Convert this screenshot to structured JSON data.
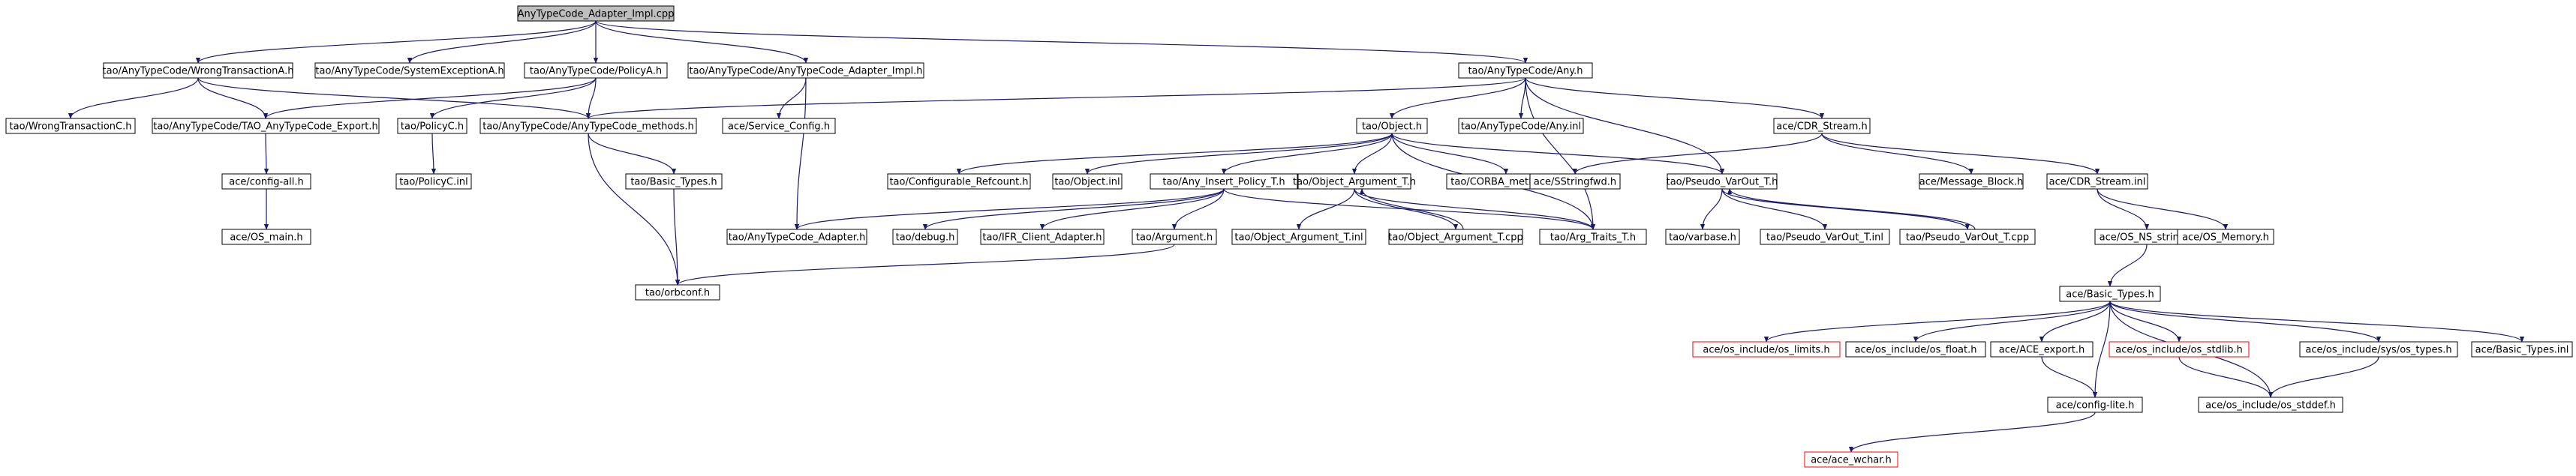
{
  "colors": {
    "edge": "#191970",
    "node_border": "#000000",
    "root_fill": "#bfbfbf",
    "missing_border": "#ff0000",
    "text": "#000000"
  },
  "nodes": [
    {
      "id": "root",
      "label": "AnyTypeCode_Adapter_Impl.cpp",
      "kind": "root"
    },
    {
      "id": "wta",
      "label": "tao/AnyTypeCode/WrongTransactionA.h"
    },
    {
      "id": "sea",
      "label": "tao/AnyTypeCode/SystemExceptionA.h"
    },
    {
      "id": "pola",
      "label": "tao/AnyTypeCode/PolicyA.h"
    },
    {
      "id": "atcai",
      "label": "tao/AnyTypeCode/AnyTypeCode_Adapter_Impl.h"
    },
    {
      "id": "any",
      "label": "tao/AnyTypeCode/Any.h"
    },
    {
      "id": "wtc",
      "label": "tao/WrongTransactionC.h"
    },
    {
      "id": "taoatcexp",
      "label": "tao/AnyTypeCode/TAO_AnyTypeCode_Export.h"
    },
    {
      "id": "polc",
      "label": "tao/PolicyC.h"
    },
    {
      "id": "atcm",
      "label": "tao/AnyTypeCode/AnyTypeCode_methods.h"
    },
    {
      "id": "svccfg",
      "label": "ace/Service_Config.h"
    },
    {
      "id": "objh",
      "label": "tao/Object.h"
    },
    {
      "id": "anyinl",
      "label": "tao/AnyTypeCode/Any.inl"
    },
    {
      "id": "cdrh",
      "label": "ace/CDR_Stream.h"
    },
    {
      "id": "cfgall",
      "label": "ace/config-all.h"
    },
    {
      "id": "polinl",
      "label": "tao/PolicyC.inl"
    },
    {
      "id": "basich",
      "label": "tao/Basic_Types.h"
    },
    {
      "id": "cfgref",
      "label": "tao/Configurable_Refcount.h"
    },
    {
      "id": "objinl",
      "label": "tao/Object.inl"
    },
    {
      "id": "aip",
      "label": "tao/Any_Insert_Policy_T.h"
    },
    {
      "id": "oat",
      "label": "tao/Object_Argument_T.h"
    },
    {
      "id": "corbam",
      "label": "tao/CORBA_methods.h"
    },
    {
      "id": "pvo",
      "label": "tao/Pseudo_VarOut_T.h"
    },
    {
      "id": "sstrfwd",
      "label": "ace/SStringfwd.h"
    },
    {
      "id": "msgblk",
      "label": "ace/Message_Block.h"
    },
    {
      "id": "cdrinl",
      "label": "ace/CDR_Stream.inl"
    },
    {
      "id": "osmain",
      "label": "ace/OS_main.h"
    },
    {
      "id": "atcadapter",
      "label": "tao/AnyTypeCode_Adapter.h"
    },
    {
      "id": "debug",
      "label": "tao/debug.h"
    },
    {
      "id": "ifrca",
      "label": "tao/IFR_Client_Adapter.h"
    },
    {
      "id": "argh",
      "label": "tao/Argument.h"
    },
    {
      "id": "oatinl",
      "label": "tao/Object_Argument_T.inl"
    },
    {
      "id": "oatcpp",
      "label": "tao/Object_Argument_T.cpp"
    },
    {
      "id": "argtr",
      "label": "tao/Arg_Traits_T.h"
    },
    {
      "id": "varbase",
      "label": "tao/varbase.h"
    },
    {
      "id": "pvoinl",
      "label": "tao/Pseudo_VarOut_T.inl"
    },
    {
      "id": "pvocpp",
      "label": "tao/Pseudo_VarOut_T.cpp"
    },
    {
      "id": "osns",
      "label": "ace/OS_NS_string.h"
    },
    {
      "id": "osmem",
      "label": "ace/OS_Memory.h"
    },
    {
      "id": "orbconf",
      "label": "tao/orbconf.h"
    },
    {
      "id": "acebt",
      "label": "ace/Basic_Types.h"
    },
    {
      "id": "oslimits",
      "label": "ace/os_include/os_limits.h",
      "kind": "missing"
    },
    {
      "id": "osfloat",
      "label": "ace/os_include/os_float.h"
    },
    {
      "id": "aceexp",
      "label": "ace/ACE_export.h"
    },
    {
      "id": "osstdlib",
      "label": "ace/os_include/os_stdlib.h",
      "kind": "missing"
    },
    {
      "id": "ostypes",
      "label": "ace/os_include/sys/os_types.h"
    },
    {
      "id": "acebtinl",
      "label": "ace/Basic_Types.inl"
    },
    {
      "id": "cfglite",
      "label": "ace/config-lite.h"
    },
    {
      "id": "osstddef",
      "label": "ace/os_include/os_stddef.h"
    },
    {
      "id": "acewchar",
      "label": "ace/ace_wchar.h",
      "kind": "missing"
    }
  ],
  "edges": [
    [
      "root",
      "wta"
    ],
    [
      "root",
      "sea"
    ],
    [
      "root",
      "pola"
    ],
    [
      "root",
      "atcai"
    ],
    [
      "root",
      "any"
    ],
    [
      "wta",
      "wtc"
    ],
    [
      "wta",
      "taoatcexp"
    ],
    [
      "wta",
      "atcm"
    ],
    [
      "pola",
      "taoatcexp"
    ],
    [
      "pola",
      "polc"
    ],
    [
      "pola",
      "atcm"
    ],
    [
      "atcai",
      "svccfg"
    ],
    [
      "atcai",
      "atcadapter"
    ],
    [
      "any",
      "atcm"
    ],
    [
      "any",
      "objh"
    ],
    [
      "any",
      "anyinl"
    ],
    [
      "any",
      "cdrh"
    ],
    [
      "any",
      "pvo"
    ],
    [
      "any",
      "argtr"
    ],
    [
      "taoatcexp",
      "cfgall"
    ],
    [
      "cfgall",
      "osmain"
    ],
    [
      "polc",
      "polinl"
    ],
    [
      "atcm",
      "basich"
    ],
    [
      "atcm",
      "orbconf"
    ],
    [
      "basich",
      "orbconf"
    ],
    [
      "objh",
      "cfgref"
    ],
    [
      "objh",
      "objinl"
    ],
    [
      "objh",
      "aip"
    ],
    [
      "objh",
      "oat"
    ],
    [
      "objh",
      "corbam"
    ],
    [
      "objh",
      "pvo"
    ],
    [
      "objh",
      "argtr"
    ],
    [
      "aip",
      "atcadapter"
    ],
    [
      "aip",
      "debug"
    ],
    [
      "aip",
      "ifrca"
    ],
    [
      "aip",
      "argh"
    ],
    [
      "aip",
      "argtr"
    ],
    [
      "argh",
      "orbconf"
    ],
    [
      "oat",
      "oatinl"
    ],
    [
      "oat",
      "oatcpp"
    ],
    [
      "oat",
      "argtr"
    ],
    [
      "oatcpp",
      "oat"
    ],
    [
      "pvo",
      "varbase"
    ],
    [
      "pvo",
      "pvoinl"
    ],
    [
      "pvo",
      "pvocpp"
    ],
    [
      "pvocpp",
      "pvo"
    ],
    [
      "cdrh",
      "sstrfwd"
    ],
    [
      "cdrh",
      "msgblk"
    ],
    [
      "cdrh",
      "cdrinl"
    ],
    [
      "cdrinl",
      "osns"
    ],
    [
      "cdrinl",
      "osmem"
    ],
    [
      "osns",
      "acebt"
    ],
    [
      "acebt",
      "oslimits"
    ],
    [
      "acebt",
      "osfloat"
    ],
    [
      "acebt",
      "aceexp"
    ],
    [
      "acebt",
      "osstdlib"
    ],
    [
      "acebt",
      "ostypes"
    ],
    [
      "acebt",
      "acebtinl"
    ],
    [
      "acebt",
      "cfglite"
    ],
    [
      "acebt",
      "osstddef"
    ],
    [
      "aceexp",
      "cfglite"
    ],
    [
      "osstdlib",
      "osstddef"
    ],
    [
      "ostypes",
      "osstddef"
    ],
    [
      "cfglite",
      "acewchar"
    ]
  ]
}
